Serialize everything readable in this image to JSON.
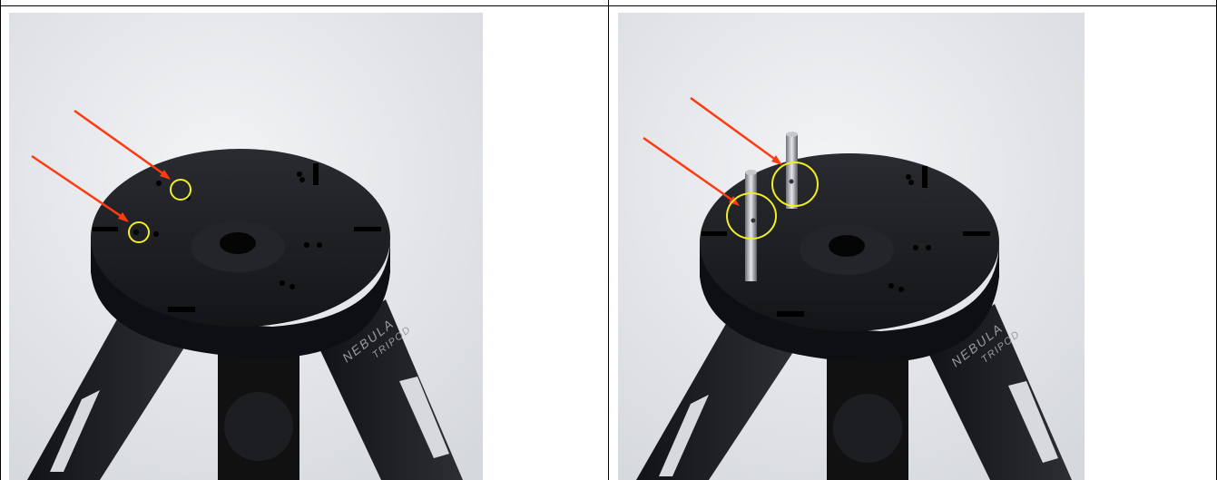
{
  "photos": [
    {
      "name": "tripod-top-before",
      "legs_lettering": [
        "NEBULA",
        "TRIPOD"
      ]
    },
    {
      "name": "tripod-top-with-pins",
      "legs_lettering": [
        "NEBULA",
        "TRIPOD"
      ]
    }
  ],
  "colors": {
    "arrow": "#ff3b12",
    "circle": "#f1ee25",
    "metal": "#1b1c20",
    "backdrop": "#e8eaee"
  },
  "icons": [
    "arrow-icon",
    "highlight-circle-icon"
  ]
}
